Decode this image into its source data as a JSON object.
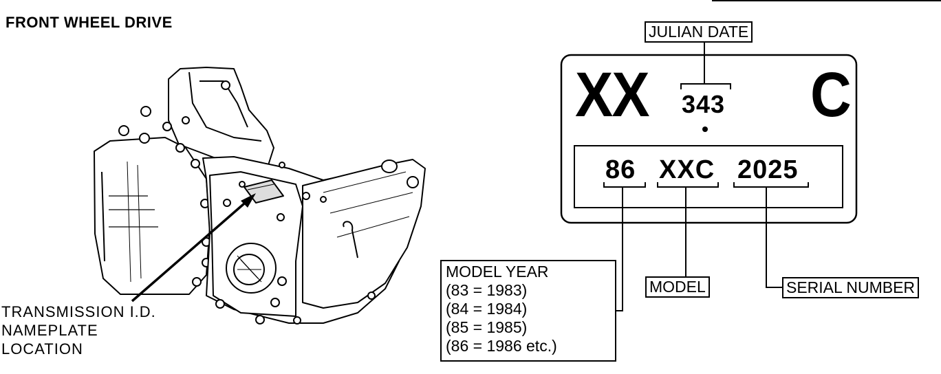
{
  "header": {
    "title": "FRONT WHEEL DRIVE"
  },
  "transmission": {
    "label_lines": [
      "TRANSMISSION I.D.",
      "NAMEPLATE",
      "LOCATION"
    ]
  },
  "nameplate": {
    "prefix": "XX",
    "julian_number": "343",
    "suffix": "C",
    "codes": {
      "year": "86",
      "model": "XXC",
      "serial": "2025"
    }
  },
  "callouts": {
    "julian_date": "JULIAN DATE",
    "model": "MODEL",
    "serial_number": "SERIAL NUMBER",
    "model_year_title": "MODEL YEAR",
    "model_year_lines": [
      "(83  =  1983)",
      "(84  =  1984)",
      "(85  =  1985)",
      "(86  =  1986 etc.)"
    ]
  }
}
